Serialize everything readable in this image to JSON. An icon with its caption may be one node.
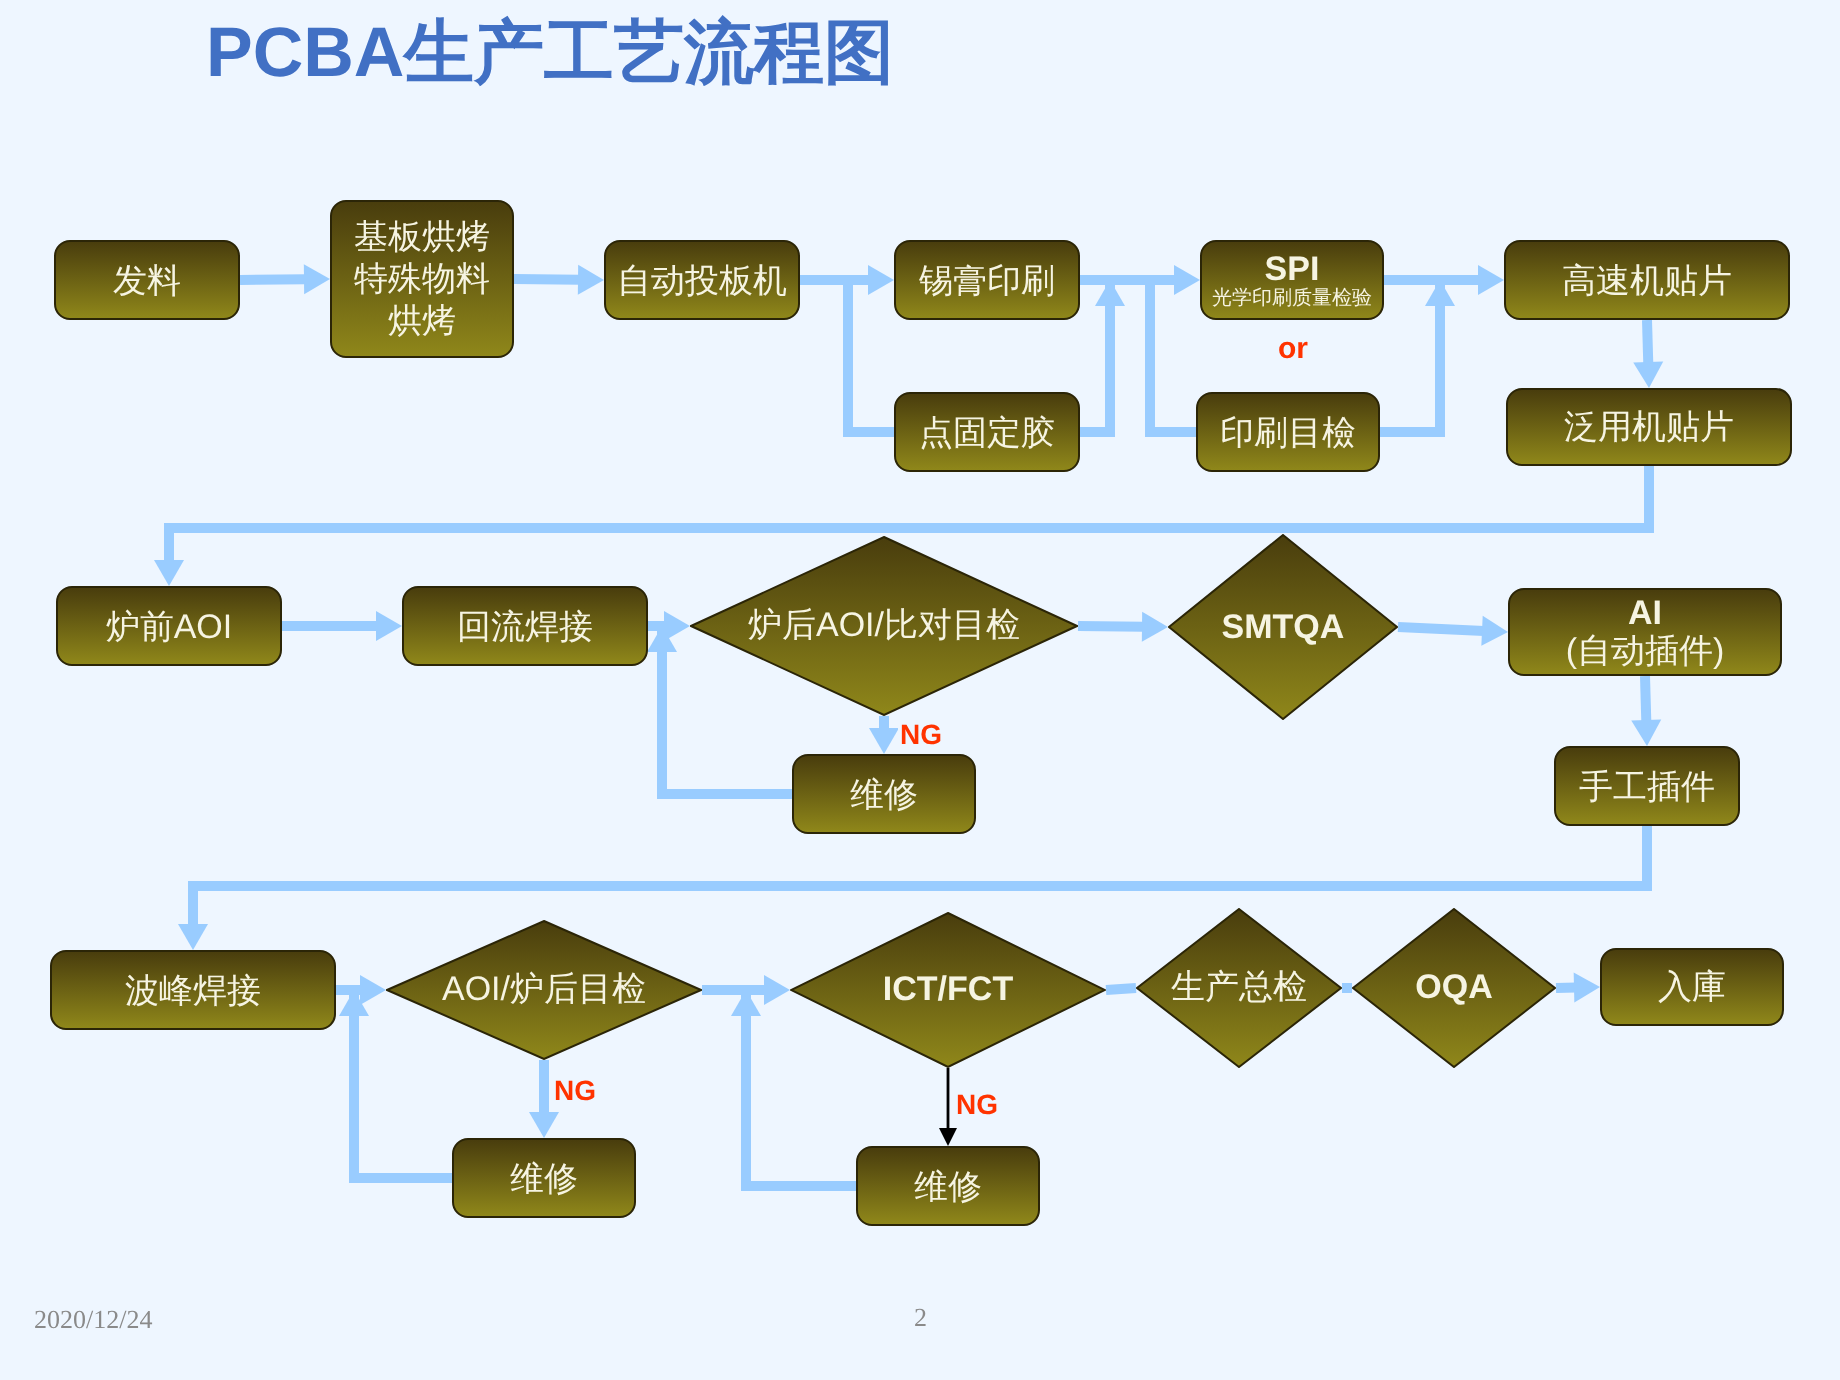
{
  "diagram": {
    "title": "PCBA生产工艺流程图",
    "nodes": [
      {
        "text": [
          "发料"
        ]
      },
      {
        "text": [
          "基板烘烤",
          "特殊物料烘烤"
        ]
      },
      {
        "text": [
          "自动投板机"
        ]
      },
      {
        "text": [
          "锡膏印刷"
        ]
      },
      {
        "text": [
          "点固定胶"
        ]
      },
      {
        "text": [
          "SPI",
          "光学印刷质量检验"
        ]
      },
      {
        "text": [
          "印刷目檢"
        ]
      },
      {
        "text": [
          "高速机贴片"
        ]
      },
      {
        "text": [
          "泛用机贴片"
        ]
      },
      {
        "text": [
          "炉前AOI"
        ]
      },
      {
        "text": [
          "回流焊接"
        ]
      },
      {
        "text": [
          "炉后AOI/比对目检"
        ]
      },
      {
        "text": [
          "维修"
        ]
      },
      {
        "text": [
          "SMTQA"
        ]
      },
      {
        "text": [
          "AI",
          "(自动插件)"
        ]
      },
      {
        "text": [
          "手工插件"
        ]
      },
      {
        "text": [
          "波峰焊接"
        ]
      },
      {
        "text": [
          "AOI/炉后目检"
        ]
      },
      {
        "text": [
          "维修"
        ]
      },
      {
        "text": [
          "ICT/FCT"
        ]
      },
      {
        "text": [
          "维修"
        ]
      },
      {
        "text": [
          "生产总检"
        ]
      },
      {
        "text": [
          "OQA"
        ]
      },
      {
        "text": [
          "入庫"
        ]
      }
    ],
    "edges": [
      {
        "from": 0,
        "to": 1,
        "arrow": "to"
      },
      {
        "from": 1,
        "to": 2,
        "arrow": "to"
      },
      {
        "from": 2,
        "to": 3,
        "arrow": "to"
      },
      {
        "from": 2,
        "to": 4,
        "arrow": "none"
      },
      {
        "from": 3,
        "to": 5,
        "arrow": "to"
      },
      {
        "from": 4,
        "to": 5,
        "arrow": "to"
      },
      {
        "from": 3,
        "to": 6,
        "arrow": "none"
      },
      {
        "from": 4,
        "to": 6,
        "arrow": "none"
      },
      {
        "from": 5,
        "to": 7,
        "arrow": "to"
      },
      {
        "from": 6,
        "to": 7,
        "arrow": "to"
      },
      {
        "from": 7,
        "to": 8,
        "arrow": "to"
      },
      {
        "from": 8,
        "to": 9,
        "arrow": "to"
      },
      {
        "from": 9,
        "to": 10,
        "arrow": "to"
      },
      {
        "from": 10,
        "to": 11,
        "arrow": "to"
      },
      {
        "from": 11,
        "to": 12,
        "arrow": "to",
        "label": "NG"
      },
      {
        "from": 12,
        "to": 11,
        "arrow": "to"
      },
      {
        "from": 11,
        "to": 13,
        "arrow": "to"
      },
      {
        "from": 13,
        "to": 14,
        "arrow": "to"
      },
      {
        "from": 14,
        "to": 15,
        "arrow": "to"
      },
      {
        "from": 15,
        "to": 16,
        "arrow": "to"
      },
      {
        "from": 16,
        "to": 17,
        "arrow": "to"
      },
      {
        "from": 17,
        "to": 18,
        "arrow": "to",
        "label": "NG"
      },
      {
        "from": 18,
        "to": 17,
        "arrow": "to"
      },
      {
        "from": 17,
        "to": 19,
        "arrow": "to"
      },
      {
        "from": 19,
        "to": 20,
        "arrow": "to",
        "label": "NG",
        "color": "#000000"
      },
      {
        "from": 20,
        "to": 19,
        "arrow": "to"
      },
      {
        "from": 19,
        "to": 21,
        "arrow": "none"
      },
      {
        "from": 21,
        "to": 22,
        "arrow": "none"
      },
      {
        "from": 22,
        "to": 23,
        "arrow": "to"
      }
    ],
    "labels": [
      "or",
      "2020/12/24",
      "2"
    ]
  }
}
